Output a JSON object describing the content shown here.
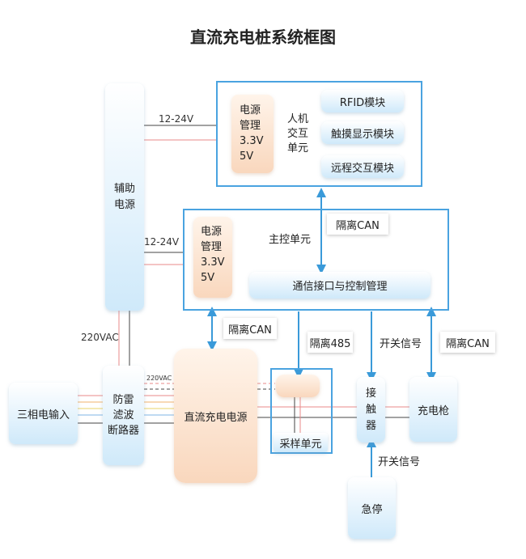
{
  "title": "直流充电桩系统框图",
  "aux_power": [
    "辅助",
    "电源"
  ],
  "hmi": {
    "power_label": [
      "电源",
      "管理",
      "3.3V",
      "5V"
    ],
    "unit_label": [
      "人机",
      "交互",
      "单元"
    ],
    "modules": [
      "RFID模块",
      "触摸显示模块",
      "远程交互模块"
    ]
  },
  "main_ctrl": {
    "power_label": [
      "电源",
      "管理",
      "3.3V",
      "5V"
    ],
    "unit_label": "主控单元",
    "comm_box": "通信接口与控制管理"
  },
  "v12_24_a": "12-24V",
  "v12_24_b": "12-24V",
  "vac_220": "220VAC",
  "vac_220_small": "220VAC",
  "can_top": "隔离CAN",
  "can_left": "隔离CAN",
  "rs485": "隔离485",
  "can_right": "隔离CAN",
  "switch_signal_top": "开关信号",
  "switch_signal_bottom": "开关信号",
  "three_phase": "三相电输入",
  "filter_box": [
    "防雷",
    "滤波",
    "断路器"
  ],
  "dc_power": "直流充电电源",
  "dc_measure": "",
  "analog": "",
  "sampling": "采样单元",
  "contactor": [
    "接",
    "触",
    "器"
  ],
  "charging_gun": "充电枪",
  "estop": "急停",
  "colors": {
    "frame": "#4aa3e0",
    "arrow": "#3a9ad9",
    "red_line": "#e88a8a",
    "orange_line": "#f2b36b",
    "yellow_line": "#e8d36a",
    "blue_line": "#7fb6e6"
  }
}
